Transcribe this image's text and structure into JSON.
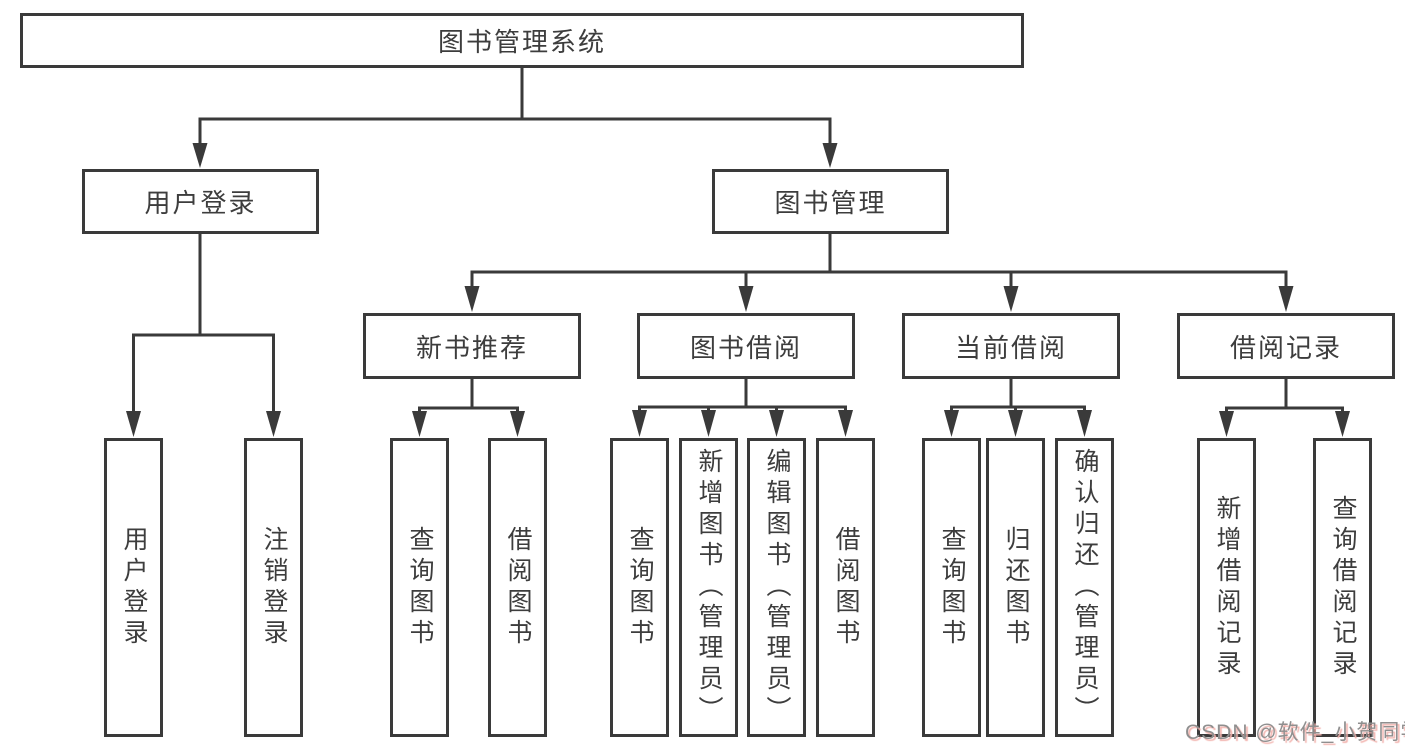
{
  "diagram": {
    "root": {
      "label": "图书管理系统"
    },
    "level2": [
      {
        "label": "用户登录"
      },
      {
        "label": "图书管理"
      }
    ],
    "level3": [
      {
        "label": "新书推荐"
      },
      {
        "label": "图书借阅"
      },
      {
        "label": "当前借阅"
      },
      {
        "label": "借阅记录"
      }
    ],
    "leaves": [
      {
        "label": "用户登录"
      },
      {
        "label": "注销登录"
      },
      {
        "label": "查询图书"
      },
      {
        "label": "借阅图书"
      },
      {
        "label": "查询图书"
      },
      {
        "label": "新增图书（管理员）"
      },
      {
        "label": "编辑图书（管理员）"
      },
      {
        "label": "借阅图书"
      },
      {
        "label": "查询图书"
      },
      {
        "label": "归还图书"
      },
      {
        "label": "确认归还（管理员）"
      },
      {
        "label": "新增借阅记录"
      },
      {
        "label": "查询借阅记录"
      }
    ]
  },
  "watermark": {
    "text": "CSDN @软件_小贺同学"
  },
  "colors": {
    "line": "#3a3a3a",
    "text": "#3d3d3d",
    "background": "#ffffff",
    "watermark": "#8f8f8f",
    "watermark_shadow": "#f2b3ae"
  }
}
